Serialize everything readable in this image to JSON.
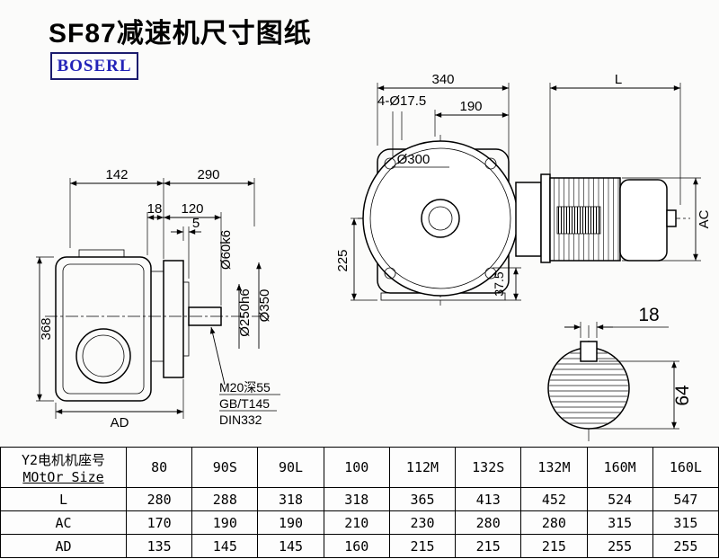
{
  "title": "SF87减速机尺寸图纸",
  "logo": "BOSERL",
  "side": {
    "dim142": "142",
    "dim290": "290",
    "dim18": "18",
    "dim120": "120",
    "dim5": "5",
    "d60": "Ø60k6",
    "d250": "Ø250h6",
    "d350": "Ø350",
    "dim368": "368",
    "ad": "AD",
    "note1": "M20深55",
    "note2": "GB/T145",
    "note3": "DIN332"
  },
  "front": {
    "dim340": "340",
    "dimL": "L",
    "dim190": "190",
    "bolt": "4-Ø17.5",
    "d300": "Ø300",
    "dim225": "225",
    "dim375": "37.5",
    "ac": "AC"
  },
  "shaft": {
    "dim18": "18",
    "dim64": "64"
  },
  "table": {
    "header_line1": "Y2电机机座号",
    "header_line2": "MOtOr Size",
    "sizes": [
      "80",
      "90S",
      "90L",
      "100",
      "112M",
      "132S",
      "132M",
      "160M",
      "160L"
    ],
    "rows": [
      {
        "label": "L",
        "values": [
          "280",
          "288",
          "318",
          "318",
          "365",
          "413",
          "452",
          "524",
          "547"
        ]
      },
      {
        "label": "AC",
        "values": [
          "170",
          "190",
          "190",
          "210",
          "230",
          "280",
          "280",
          "315",
          "315"
        ]
      },
      {
        "label": "AD",
        "values": [
          "135",
          "145",
          "145",
          "160",
          "215",
          "215",
          "215",
          "255",
          "255"
        ]
      }
    ]
  }
}
